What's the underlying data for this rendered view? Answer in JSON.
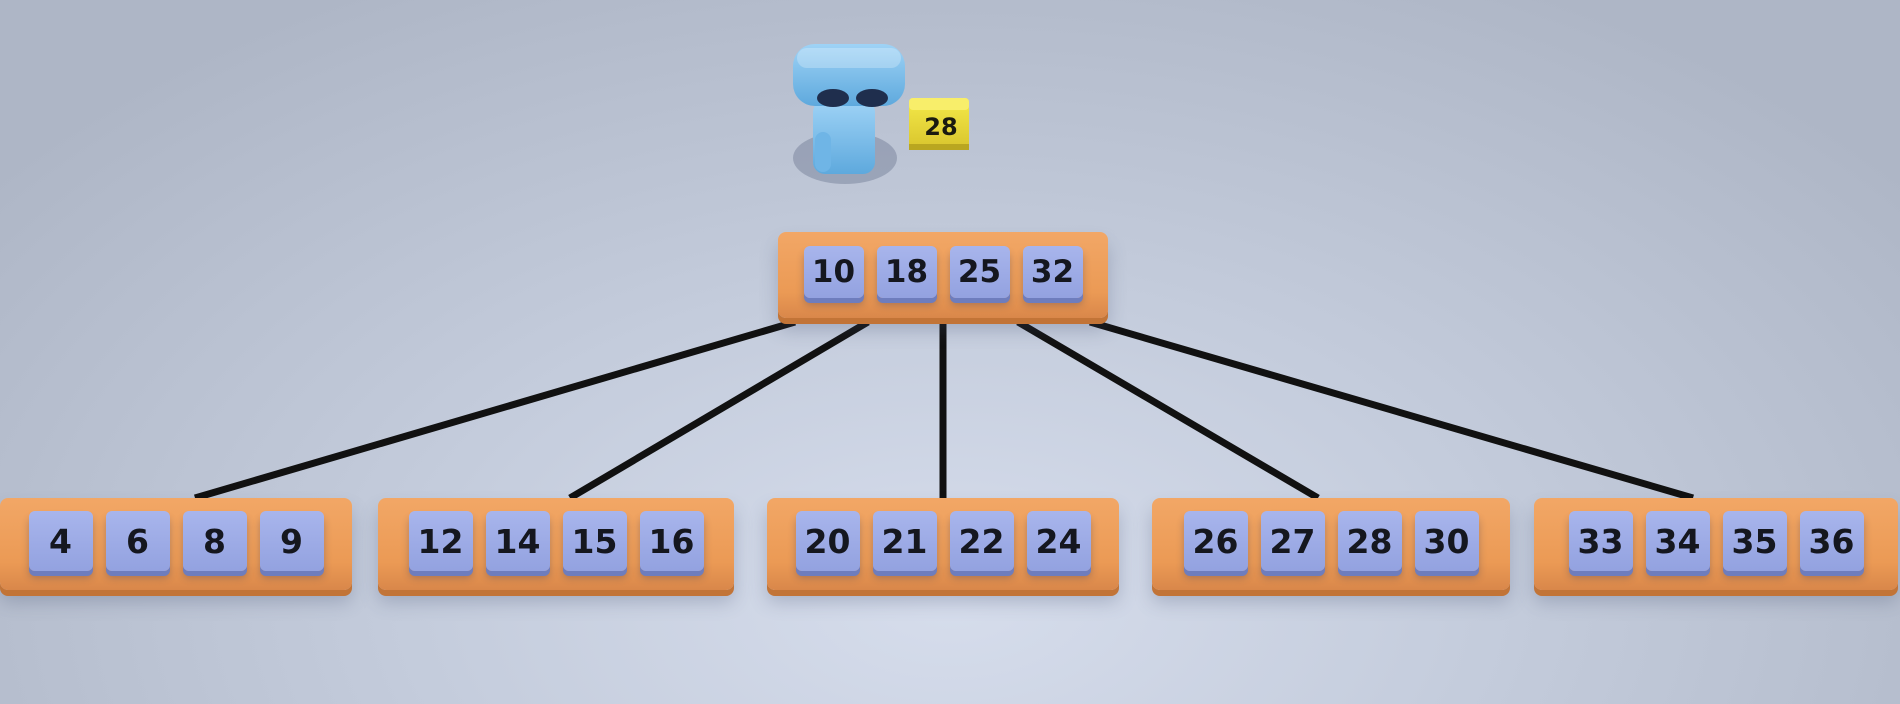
{
  "root": {
    "keys": [
      "10",
      "18",
      "25",
      "32"
    ]
  },
  "leaves": [
    {
      "keys": [
        "4",
        "6",
        "8",
        "9"
      ]
    },
    {
      "keys": [
        "12",
        "14",
        "15",
        "16"
      ]
    },
    {
      "keys": [
        "20",
        "21",
        "22",
        "24"
      ]
    },
    {
      "keys": [
        "26",
        "27",
        "28",
        "30"
      ]
    },
    {
      "keys": [
        "33",
        "34",
        "35",
        "36"
      ]
    }
  ],
  "robot": {
    "carried_key": "28"
  },
  "colors": {
    "node": "#eb9a55",
    "key": "#9aa8e4",
    "robot": "#7fc0ee",
    "carried_block": "#ecde3a",
    "edge": "#111111"
  }
}
